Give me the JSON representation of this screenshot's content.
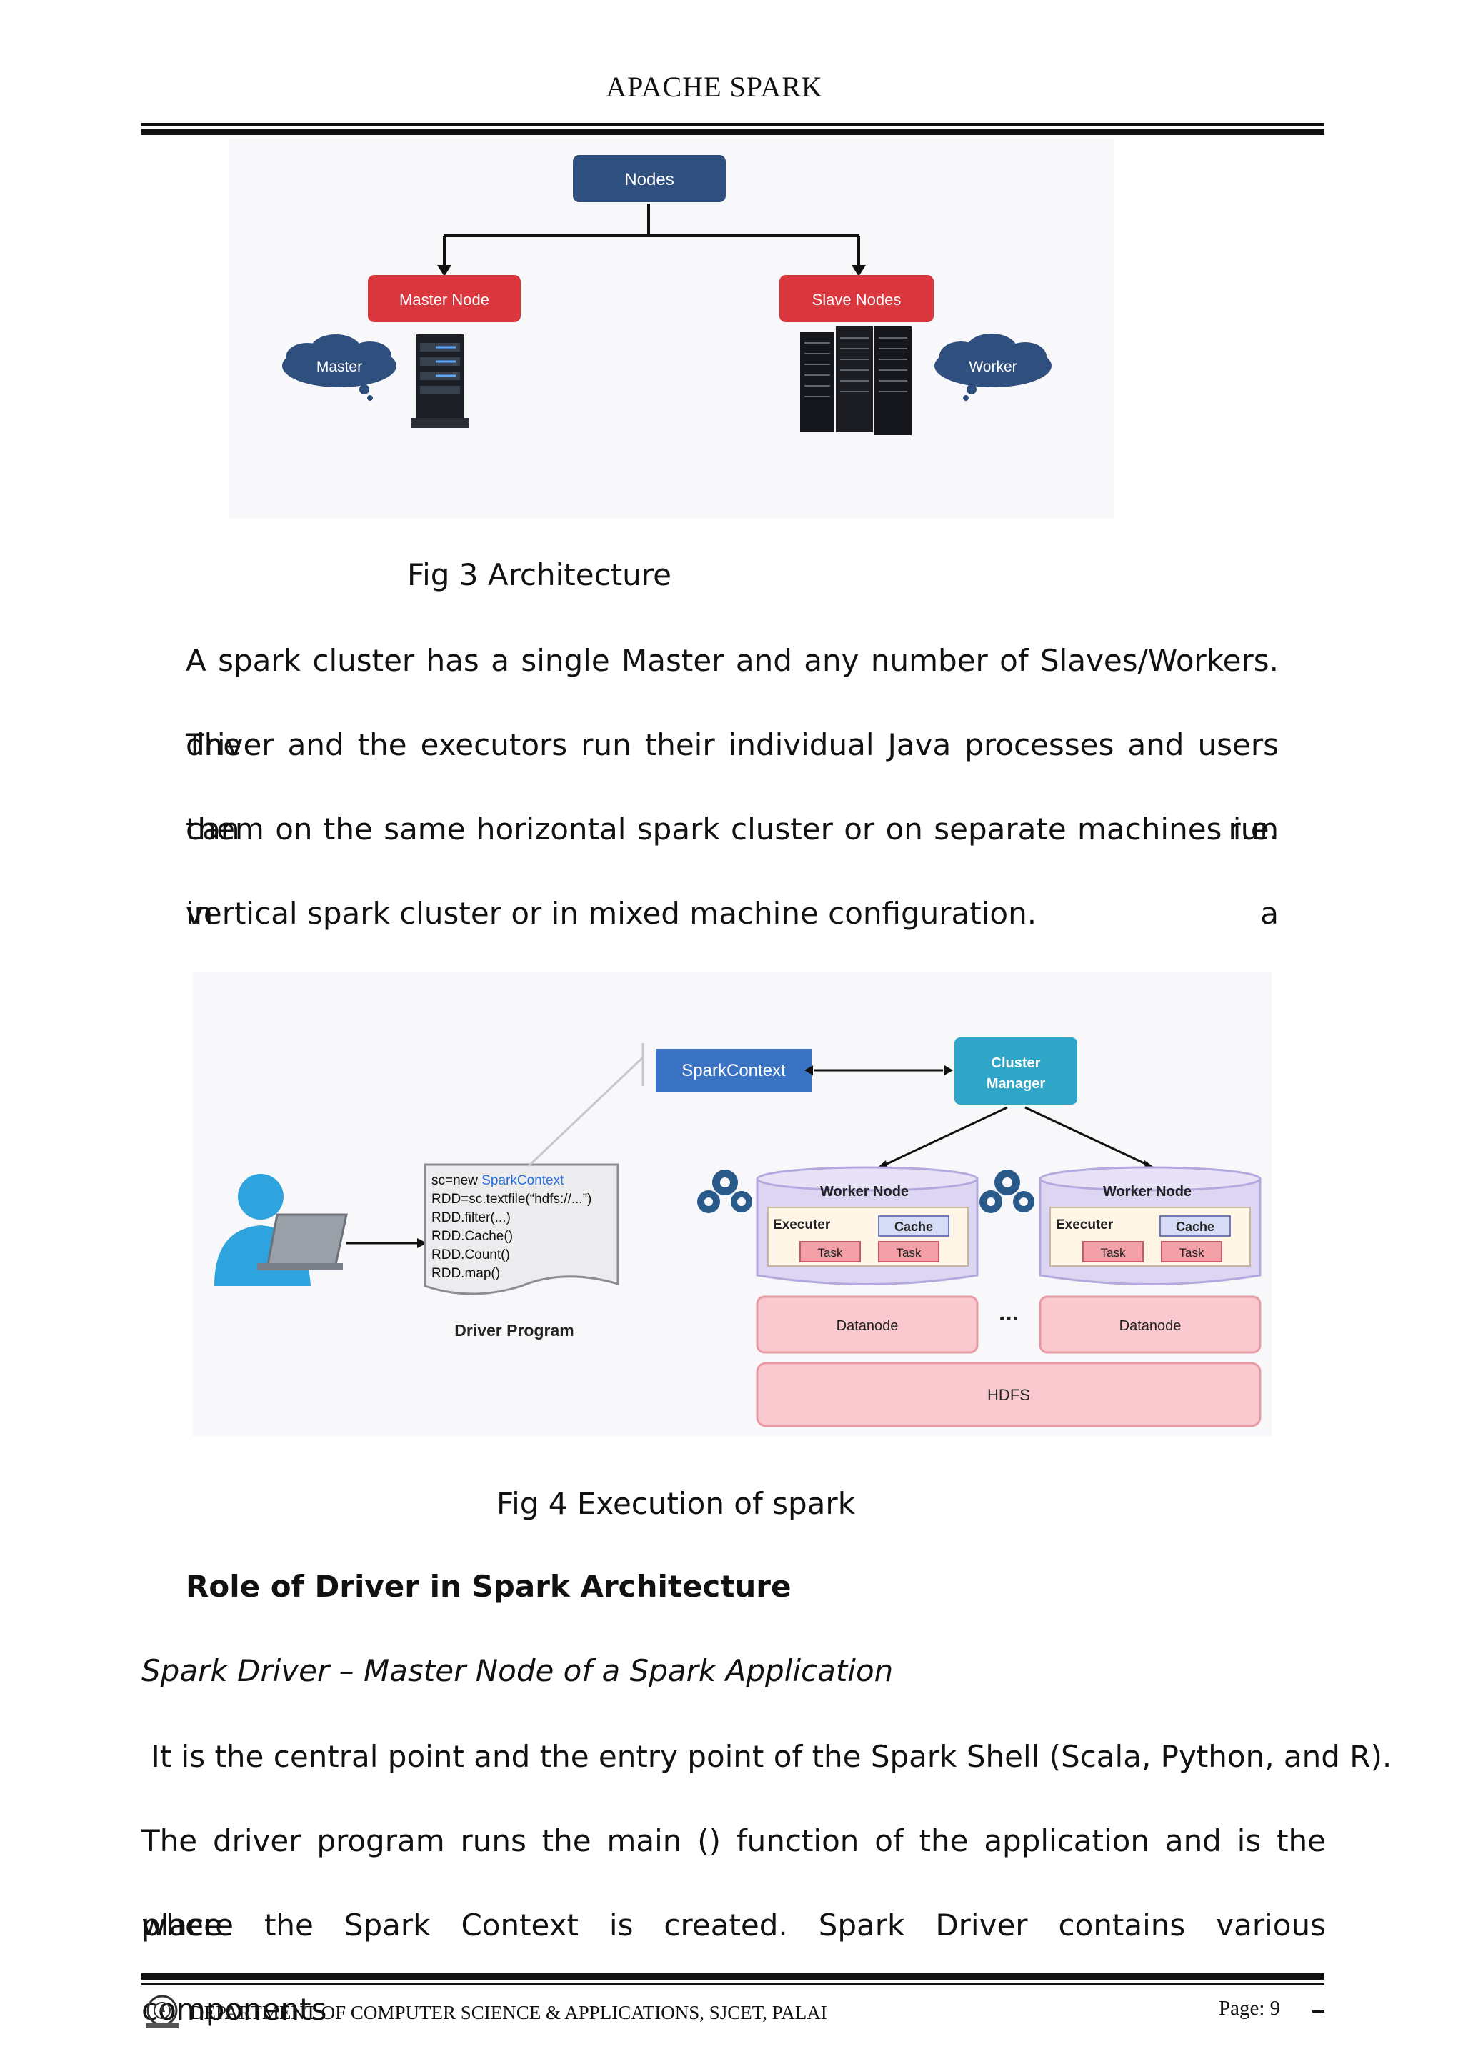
{
  "header": {
    "title": "APACHE SPARK"
  },
  "fig3": {
    "nodes_label": "Nodes",
    "master_node_label": "Master Node",
    "slave_nodes_label": "Slave Nodes",
    "master_cloud_label": "Master",
    "worker_cloud_label": "Worker",
    "caption": "Fig 3 Architecture"
  },
  "paragraph1": [
    "A spark cluster has a single Master and any number of Slaves/Workers. The",
    "driver and the executors run their individual Java processes and users can run",
    "them on the same horizontal spark cluster or on separate machines i.e. in a",
    "vertical spark cluster or in mixed machine configuration."
  ],
  "fig4": {
    "spark_context_label": "SparkContext",
    "cluster_manager_line1": "Cluster",
    "cluster_manager_line2": "Manager",
    "code_line1_prefix": "sc=new ",
    "code_line1_highlight": "SparkContext",
    "code_lines": [
      "RDD=sc.textfile(“hdfs://...”)",
      "RDD.filter(...)",
      "RDD.Cache()",
      "RDD.Count()",
      "RDD.map()"
    ],
    "driver_program_label": "Driver Program",
    "worker_node_label": "Worker Node",
    "executer_label": "Executer",
    "cache_label": "Cache",
    "task_label": "Task",
    "datanode_label": "Datanode",
    "ellipsis": "...",
    "hdfs_label": "HDFS",
    "caption": "Fig 4 Execution of spark"
  },
  "section_heading": "Role of Driver in Spark Architecture",
  "subheading": "Spark Driver – Master Node of a Spark Application",
  "paragraph2": [
    " It is the central point and the entry point of the Spark Shell (Scala, Python, and R).",
    "The driver program runs the main () function of the application and is the place",
    "where the Spark Context is created. Spark Driver contains various components –"
  ],
  "footer": {
    "department": "DEPARTMENT OF COMPUTER SCIENCE & APPLICATIONS, SJCET, PALAI",
    "page": "Page: 9"
  },
  "colors": {
    "nodes_box": "#2f4f7f",
    "master_box": "#d9363e",
    "spark_context_box": "#3b73c4",
    "cluster_manager_box": "#2fa6c7",
    "worker_node_fill": "#ddd6f2",
    "datanode_fill": "#f9c9cf",
    "task_fill": "#f4a0a8"
  }
}
